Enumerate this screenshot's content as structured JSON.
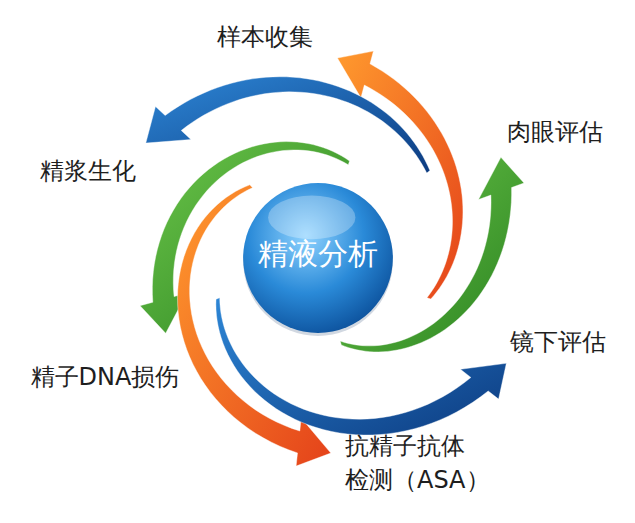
{
  "diagram": {
    "nodes": [
      {
        "text": [
          "精液分析"
        ]
      }
    ],
    "labels": [
      "样本收集",
      "肉眼评估",
      "精浆生化",
      "镜下评估",
      "精子DNA损伤",
      "抗精子抗体 检测（ASA）"
    ]
  }
}
